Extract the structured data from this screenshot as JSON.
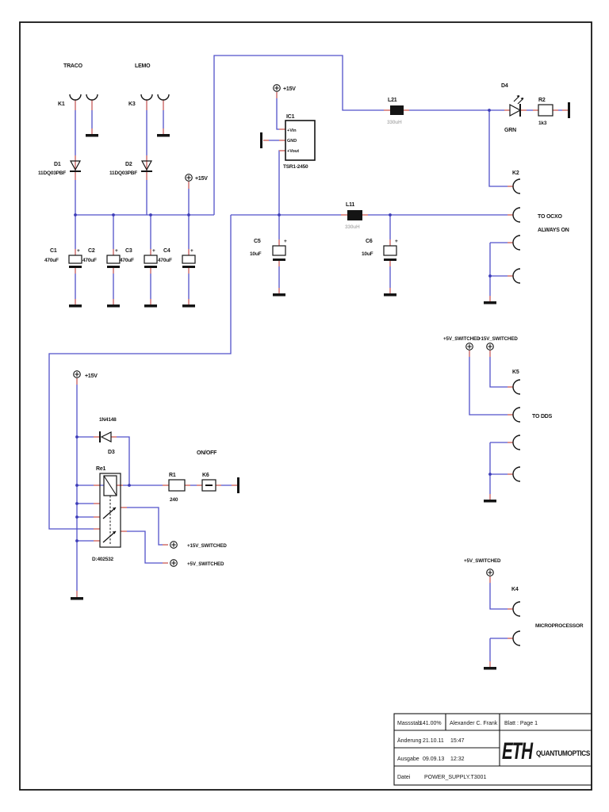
{
  "colors": {
    "wire": "#5151c9",
    "pin": "#e07d6d",
    "junction": "#3d3db8",
    "outline": "#141414",
    "dim_value": "#b5b5b5"
  },
  "schematic": {
    "plus": "+",
    "connectors_in": {
      "traco": "TRACO",
      "lemo": "LEMO",
      "k1": "K1",
      "k3": "K3"
    },
    "diodes": {
      "d1": {
        "ref": "D1",
        "value": "11DQ03PBF"
      },
      "d2": {
        "ref": "D2",
        "value": "11DQ03PBF"
      },
      "d3": {
        "ref": "D3",
        "value": "1N4148"
      },
      "d4": {
        "ref": "D4",
        "value": "GRN"
      }
    },
    "caps": [
      {
        "ref": "C1",
        "value": "470uF"
      },
      {
        "ref": "C2",
        "value": "470uF"
      },
      {
        "ref": "C3",
        "value": "470uF"
      },
      {
        "ref": "C4",
        "value": "470uF"
      },
      {
        "ref": "C5",
        "value": "10uF"
      },
      {
        "ref": "C6",
        "value": "10uF"
      }
    ],
    "regulator": {
      "ref": "IC1",
      "part": "TSR1-2450",
      "pin_vin": "+Vin",
      "pin_gnd": "GND",
      "pin_vout": "+Vout"
    },
    "inductors": {
      "l21": {
        "ref": "L21",
        "value": "330uH"
      },
      "l11": {
        "ref": "L11",
        "value": "330uH"
      }
    },
    "resistors": {
      "r1": {
        "ref": "R1",
        "value": "240"
      },
      "r2": {
        "ref": "R2",
        "value": "1k3"
      }
    },
    "relay": {
      "ref": "Re1",
      "value": "D:402532"
    },
    "power": {
      "p15": "+15V",
      "sw5": "+5V_SWITCHED",
      "sw15": "+15V_SWITCHED"
    },
    "switch": {
      "k6": "K6",
      "onoff": "ON/OFF"
    },
    "outputs": {
      "k2": "K2",
      "k5": "K5",
      "k4": "K4",
      "ocxo1": "TO OCXO",
      "ocxo2": "ALWAYS ON",
      "dds": "TO DDS",
      "micro": "MICROPROCESSOR"
    }
  },
  "title_block": {
    "massstab_label": "Massstab",
    "massstab_value": "141.00%",
    "author": "Alexander C. Frank",
    "blatt": "Blatt :  Page 1",
    "aenderung_label": "Änderung",
    "aenderung_date": "21.10.11",
    "aenderung_time": "15:47",
    "ausgabe_label": "Ausgabe",
    "ausgabe_date": "09.09.13",
    "ausgabe_time": "12:32",
    "datei_label": "Datei",
    "datei_value": "POWER_SUPPLY.T3001",
    "logo": "ETH",
    "company": "QUANTUMOPTICS"
  }
}
